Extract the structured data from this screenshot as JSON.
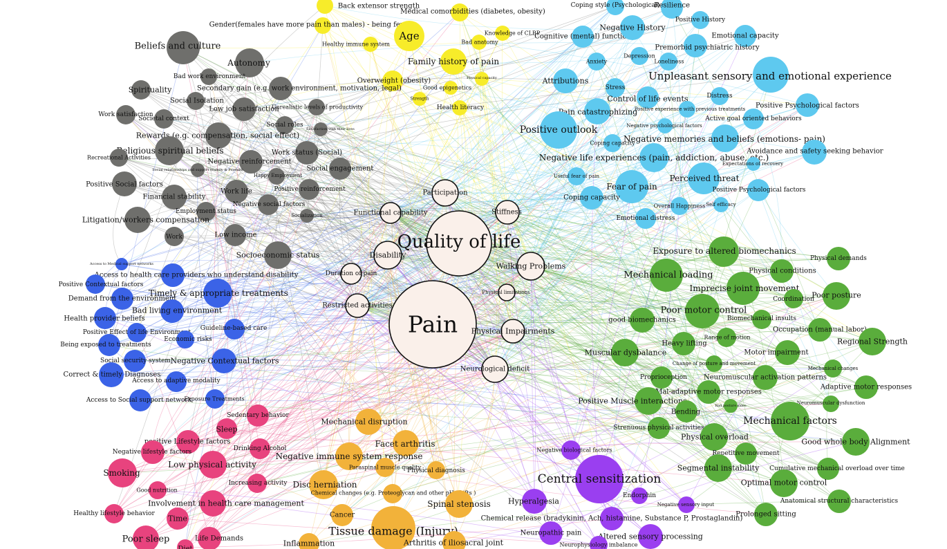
{
  "colors": {
    "yellow": "#f7ec2a",
    "grey": "#6f6f6c",
    "cyan": "#5ec9ef",
    "blue": "#3b63e7",
    "pink": "#e8437e",
    "orange": "#f2b23a",
    "green": "#5aad3c",
    "purple": "#9a3ff0",
    "hub": "#faf0ea"
  },
  "nodes": [
    {
      "id": "back-extensor",
      "label": "Back extensor strength",
      "group": "yellow"
    },
    {
      "id": "medical-comorb",
      "label": "Medical comorbidities (diabetes, obesity)",
      "group": "yellow"
    },
    {
      "id": "gender",
      "label": "Gender(females have more pain than males) - being female",
      "group": "yellow"
    },
    {
      "id": "age",
      "label": "Age",
      "group": "yellow"
    },
    {
      "id": "knowledge-clbp",
      "label": "Knowledge of CLBP",
      "group": "yellow"
    },
    {
      "id": "healthy-immune",
      "label": "Healthy immune system",
      "group": "yellow"
    },
    {
      "id": "bad-anatomy",
      "label": "Bad anatomy",
      "group": "yellow"
    },
    {
      "id": "family-history",
      "label": "Family history of pain",
      "group": "yellow"
    },
    {
      "id": "overweight",
      "label": "Overweight (obesity)",
      "group": "yellow"
    },
    {
      "id": "physical-capacity",
      "label": "Physical capacity",
      "group": "yellow"
    },
    {
      "id": "good-epigenetics",
      "label": "Good epigenetics",
      "group": "yellow"
    },
    {
      "id": "strength",
      "label": "Strength",
      "group": "yellow"
    },
    {
      "id": "health-literacy",
      "label": "Health literacy",
      "group": "yellow"
    },
    {
      "id": "beliefs-culture",
      "label": "Beliefs and culture",
      "group": "grey"
    },
    {
      "id": "autonomy",
      "label": "Autonomy",
      "group": "grey"
    },
    {
      "id": "bad-work-env",
      "label": "Bad work environment",
      "group": "grey"
    },
    {
      "id": "spirituality",
      "label": "Spirituality",
      "group": "grey"
    },
    {
      "id": "secondary-gain",
      "label": "Secondary gain (e.g. work environment, motivation, legal)",
      "group": "grey"
    },
    {
      "id": "social-isolation",
      "label": "Social Isolation",
      "group": "grey"
    },
    {
      "id": "low-job-sat",
      "label": "Low job satisfaction",
      "group": "grey"
    },
    {
      "id": "unrealistic-prod",
      "label": "Unrealistic levels of productivity",
      "group": "grey"
    },
    {
      "id": "work-sat",
      "label": "Work satisfaction",
      "group": "grey"
    },
    {
      "id": "societal-context",
      "label": "Societal context",
      "group": "grey"
    },
    {
      "id": "social-roles",
      "label": "Social roles",
      "group": "grey"
    },
    {
      "id": "sat-social-lives",
      "label": "Satisfaction with their lives",
      "group": "grey"
    },
    {
      "id": "rewards",
      "label": "Rewards (e.g. compensation, social effect)",
      "group": "grey"
    },
    {
      "id": "religious-beliefs",
      "label": "Religious spiritual beliefs",
      "group": "grey"
    },
    {
      "id": "recreational",
      "label": "Recreational Activities",
      "group": "grey"
    },
    {
      "id": "work-status",
      "label": "Work status (Social)",
      "group": "grey"
    },
    {
      "id": "neg-reinforcement",
      "label": "Negative reinforcement",
      "group": "grey"
    },
    {
      "id": "social-relationships",
      "label": "Social relationships and support (Family & Friends)",
      "group": "grey"
    },
    {
      "id": "social-engagement",
      "label": "Social engagement",
      "group": "grey"
    },
    {
      "id": "happy-employment",
      "label": "Happy Employment",
      "group": "grey"
    },
    {
      "id": "positive-social",
      "label": "Positive Social factors",
      "group": "grey"
    },
    {
      "id": "work-life",
      "label": "Work life",
      "group": "grey"
    },
    {
      "id": "positive-reinforcement",
      "label": "Positive reinforcement",
      "group": "grey"
    },
    {
      "id": "financial-stability",
      "label": "Financial stability",
      "group": "grey"
    },
    {
      "id": "negative-social",
      "label": "Negative social factors",
      "group": "grey"
    },
    {
      "id": "employment-status",
      "label": "Employment status",
      "group": "grey"
    },
    {
      "id": "socialization",
      "label": "Socialization",
      "group": "grey"
    },
    {
      "id": "litigation",
      "label": "Litigation/workers compensation",
      "group": "grey"
    },
    {
      "id": "low-income",
      "label": "Low income",
      "group": "grey"
    },
    {
      "id": "work",
      "label": "Work",
      "group": "grey"
    },
    {
      "id": "socioeconomic",
      "label": "Socioeconomic status",
      "group": "grey"
    },
    {
      "id": "coping-style",
      "label": "Coping style (Psychological)",
      "group": "cyan"
    },
    {
      "id": "resilience",
      "label": "Resilience",
      "group": "cyan"
    },
    {
      "id": "positive-history",
      "label": "Positive History",
      "group": "cyan"
    },
    {
      "id": "cognitive-function",
      "label": "Cognitive (mental) function",
      "group": "cyan"
    },
    {
      "id": "negative-history",
      "label": "Negative History",
      "group": "cyan"
    },
    {
      "id": "emotional-capacity",
      "label": "Emotional capacity",
      "group": "cyan"
    },
    {
      "id": "premorbid",
      "label": "Premorbid psychiatric history",
      "group": "cyan"
    },
    {
      "id": "anxiety",
      "label": "Anxiety",
      "group": "cyan"
    },
    {
      "id": "depression",
      "label": "Depression",
      "group": "cyan"
    },
    {
      "id": "loneliness",
      "label": "Loneliness",
      "group": "cyan"
    },
    {
      "id": "unpleasant-sensory",
      "label": "Unpleasant sensory and emotional experience",
      "group": "cyan"
    },
    {
      "id": "attributions",
      "label": "Attributions",
      "group": "cyan"
    },
    {
      "id": "stress",
      "label": "Stress",
      "group": "cyan"
    },
    {
      "id": "control-life-events",
      "label": "Control of life events",
      "group": "cyan"
    },
    {
      "id": "distress",
      "label": "Distress",
      "group": "cyan"
    },
    {
      "id": "positive-psych-1",
      "label": "Positive Psychological factors",
      "group": "cyan"
    },
    {
      "id": "pain-catastrophizing",
      "label": "Pain catastrophizing",
      "group": "cyan"
    },
    {
      "id": "positive-exp-treatments",
      "label": "Positive experience with previous treatments",
      "group": "cyan"
    },
    {
      "id": "active-goal",
      "label": "Active goal oriented behaviors",
      "group": "cyan"
    },
    {
      "id": "positive-outlook",
      "label": "Positive outlook",
      "group": "cyan"
    },
    {
      "id": "negative-psych-factors",
      "label": "Negative psychological factors",
      "group": "cyan"
    },
    {
      "id": "negative-memories",
      "label": "Negative memories and beliefs (emotions- pain)",
      "group": "cyan"
    },
    {
      "id": "coping-capacity-1",
      "label": "Coping capacity",
      "group": "cyan"
    },
    {
      "id": "avoidance",
      "label": "Avoidance and safety seeking behavior",
      "group": "cyan"
    },
    {
      "id": "negative-life-exp",
      "label": "Negative life experiences (pain, addiction, abuse, etc.)",
      "group": "cyan"
    },
    {
      "id": "expectations-recovery",
      "label": "Expectations of recovery",
      "group": "cyan"
    },
    {
      "id": "useful-fear",
      "label": "Useful fear of pain",
      "group": "cyan"
    },
    {
      "id": "fear-of-pain",
      "label": "Fear of pain",
      "group": "cyan"
    },
    {
      "id": "perceived-threat",
      "label": "Perceived threat",
      "group": "cyan"
    },
    {
      "id": "positive-psych-2",
      "label": "Positive Psychological factors",
      "group": "cyan"
    },
    {
      "id": "coping-capacity-2",
      "label": "Coping capacity",
      "group": "cyan"
    },
    {
      "id": "overall-happiness",
      "label": "Overall Happiness",
      "group": "cyan"
    },
    {
      "id": "self-efficacy",
      "label": "Self efficacy",
      "group": "cyan"
    },
    {
      "id": "emotional-distress",
      "label": "Emotional distress",
      "group": "cyan"
    },
    {
      "id": "access-medical",
      "label": "Access to Medical support networks",
      "group": "blue"
    },
    {
      "id": "access-providers",
      "label": "Access to health care providers who understand disability",
      "group": "blue"
    },
    {
      "id": "positive-contextual",
      "label": "Positive Contextual factors",
      "group": "blue"
    },
    {
      "id": "timely-treatments",
      "label": "Timely & appropriate treatments",
      "group": "blue"
    },
    {
      "id": "demand-env",
      "label": "Demand from the environment",
      "group": "blue"
    },
    {
      "id": "bad-living-env",
      "label": "Bad living environment",
      "group": "blue"
    },
    {
      "id": "health-provider-beliefs",
      "label": "Health provider beliefs",
      "group": "blue"
    },
    {
      "id": "guideline-care",
      "label": "Guideline-based care",
      "group": "blue"
    },
    {
      "id": "positive-effect-life",
      "label": "Positive Effect of life Environment",
      "group": "blue"
    },
    {
      "id": "economic-risks",
      "label": "Economic risks",
      "group": "blue"
    },
    {
      "id": "exposed-treatments",
      "label": "Being exposed to treatments",
      "group": "blue"
    },
    {
      "id": "social-security",
      "label": "Social security system",
      "group": "blue"
    },
    {
      "id": "negative-contextual",
      "label": "Negative Contextual factors",
      "group": "blue"
    },
    {
      "id": "correct-diagnoses",
      "label": "Correct & timely Diagnoses",
      "group": "blue"
    },
    {
      "id": "access-modality",
      "label": "Access to adaptive modality",
      "group": "blue"
    },
    {
      "id": "access-social-support",
      "label": "Access to Social support network",
      "group": "blue"
    },
    {
      "id": "exposure-treatments",
      "label": "Exposure Treatments",
      "group": "blue"
    },
    {
      "id": "sedentary",
      "label": "Sedentary behavior",
      "group": "pink"
    },
    {
      "id": "sleep",
      "label": "Sleep",
      "group": "pink"
    },
    {
      "id": "positive-lifestyle",
      "label": "positive Lifestyle factors",
      "group": "pink"
    },
    {
      "id": "drinking-alcohol",
      "label": "Drinking Alcohol",
      "group": "pink"
    },
    {
      "id": "negative-lifestyle",
      "label": "Negative lifestyle factors",
      "group": "pink"
    },
    {
      "id": "low-physical-activity",
      "label": "Low physical activity",
      "group": "pink"
    },
    {
      "id": "smoking",
      "label": "Smoking",
      "group": "pink"
    },
    {
      "id": "increasing-activity",
      "label": "Increasing activity",
      "group": "pink"
    },
    {
      "id": "good-nutrition",
      "label": "Good nutrition",
      "group": "pink"
    },
    {
      "id": "involvement-care",
      "label": "Involvement in health care management",
      "group": "pink"
    },
    {
      "id": "healthy-lifestyle",
      "label": "Healthy lifestyle behavior",
      "group": "pink"
    },
    {
      "id": "time",
      "label": "Time",
      "group": "pink"
    },
    {
      "id": "poor-sleep",
      "label": "Poor sleep",
      "group": "pink"
    },
    {
      "id": "life-demands",
      "label": "Life Demands",
      "group": "pink"
    },
    {
      "id": "diet",
      "label": "Diet",
      "group": "pink"
    },
    {
      "id": "mechanical-disruption",
      "label": "Mechanical disruption",
      "group": "orange"
    },
    {
      "id": "facet-arthritis",
      "label": "Facet arthritis",
      "group": "orange"
    },
    {
      "id": "negative-immune",
      "label": "Negative immune system response",
      "group": "orange"
    },
    {
      "id": "paraspinal-quality",
      "label": "Paraspinal muscle quality",
      "group": "orange"
    },
    {
      "id": "physical-diagnosis",
      "label": "Physical diagnosis",
      "group": "orange"
    },
    {
      "id": "disc-herniation",
      "label": "Disc herniation",
      "group": "orange"
    },
    {
      "id": "chemical-changes",
      "label": "Chemical changes (e.g. Proteoglycan and other pH Shifts )",
      "group": "orange"
    },
    {
      "id": "spinal-stenosis",
      "label": "Spinal stenosis",
      "group": "orange"
    },
    {
      "id": "cancer",
      "label": "Cancer",
      "group": "orange"
    },
    {
      "id": "tissue-damage",
      "label": "Tissue damage (Injury)",
      "group": "orange"
    },
    {
      "id": "inflammation",
      "label": "Inflammation",
      "group": "orange"
    },
    {
      "id": "arthritis-iliosacral",
      "label": "Arthritis of iliosacral joint",
      "group": "orange"
    },
    {
      "id": "physical-demands",
      "label": "Physical demands",
      "group": "green"
    },
    {
      "id": "exposure-biomech",
      "label": "Exposure to altered biomechanics",
      "group": "green"
    },
    {
      "id": "mechanical-loading",
      "label": "Mechanical loading",
      "group": "green"
    },
    {
      "id": "physical-conditions",
      "label": "Physical conditions",
      "group": "green"
    },
    {
      "id": "imprecise-joint",
      "label": "Imprecise joint movement",
      "group": "green"
    },
    {
      "id": "poor-posture",
      "label": "Poor posture",
      "group": "green"
    },
    {
      "id": "coordination",
      "label": "Coordination",
      "group": "green"
    },
    {
      "id": "poor-motor-control",
      "label": "Poor motor control",
      "group": "green"
    },
    {
      "id": "good-biomechanics",
      "label": "good biomechanics",
      "group": "green"
    },
    {
      "id": "biomech-insults",
      "label": "Biomechanical insults",
      "group": "green"
    },
    {
      "id": "occupation",
      "label": "Occupation (manual labor)",
      "group": "green"
    },
    {
      "id": "range-motion",
      "label": "Range of motion",
      "group": "green"
    },
    {
      "id": "heavy-lifting",
      "label": "Heavy lifting",
      "group": "green"
    },
    {
      "id": "regional-strength",
      "label": "Regional Strength",
      "group": "green"
    },
    {
      "id": "muscular-dysbalance",
      "label": "Muscular dysbalance",
      "group": "green"
    },
    {
      "id": "motor-impairment",
      "label": "Motor impairment",
      "group": "green"
    },
    {
      "id": "change-posture",
      "label": "Change of posture and movement",
      "group": "green"
    },
    {
      "id": "mechanical-changes",
      "label": "Mechanical changes",
      "group": "green"
    },
    {
      "id": "proprioception",
      "label": "Proprioception",
      "group": "green"
    },
    {
      "id": "neuromuscular-patterns",
      "label": "Neuromuscular activation patterns",
      "group": "green"
    },
    {
      "id": "adaptive-motor",
      "label": "Adaptive motor responses",
      "group": "green"
    },
    {
      "id": "mal-adaptive",
      "label": "Mal-adaptive motor responses",
      "group": "green"
    },
    {
      "id": "positive-muscle",
      "label": "Positive Muscle interactions",
      "group": "green"
    },
    {
      "id": "neuromuscular-dysfunction",
      "label": "Neuromuscular dysfunction",
      "group": "green"
    },
    {
      "id": "bending",
      "label": "Bending",
      "group": "green"
    },
    {
      "id": "side-sitting",
      "label": "Bad posture sides",
      "group": "green"
    },
    {
      "id": "mechanical-factors",
      "label": "Mechanical factors",
      "group": "green"
    },
    {
      "id": "strenuous",
      "label": "Strenuous physical activities",
      "group": "green"
    },
    {
      "id": "physical-overload",
      "label": "Physical overload",
      "group": "green"
    },
    {
      "id": "good-alignment",
      "label": "Good whole body Alignment",
      "group": "green"
    },
    {
      "id": "repetitive-movement",
      "label": "Repetitive movement",
      "group": "green"
    },
    {
      "id": "segmental-instability",
      "label": "Segmental instability",
      "group": "green"
    },
    {
      "id": "cumulative-overload",
      "label": "Cumulative mechanical overload over time",
      "group": "green"
    },
    {
      "id": "optimal-motor",
      "label": "Optimal motor control",
      "group": "green"
    },
    {
      "id": "anatomical",
      "label": "Anatomical structural characteristics",
      "group": "green"
    },
    {
      "id": "prolonged-sitting",
      "label": "Prolonged sitting",
      "group": "green"
    },
    {
      "id": "neg-bio-factors",
      "label": "Negative biological factors",
      "group": "purple"
    },
    {
      "id": "central-sensitization",
      "label": "Central sensitization",
      "group": "purple"
    },
    {
      "id": "endorphin",
      "label": "Endorphin",
      "group": "purple"
    },
    {
      "id": "hyperalgesia",
      "label": "Hyperalgesia",
      "group": "purple"
    },
    {
      "id": "negative-sensory-input",
      "label": "Negative sensory input",
      "group": "purple"
    },
    {
      "id": "chemical-release",
      "label": "Chemical release (bradykinin, Ach, histamine, Substance P, Prostaglandin)",
      "group": "purple"
    },
    {
      "id": "neuropathic-pain",
      "label": "Neuropathic pain",
      "group": "purple"
    },
    {
      "id": "altered-sensory",
      "label": "Altered sensory processing",
      "group": "purple"
    },
    {
      "id": "neurophysiology",
      "label": "Neurophysiology imbalance",
      "group": "purple"
    },
    {
      "id": "participation",
      "label": "Participation",
      "group": "hub"
    },
    {
      "id": "stiffness",
      "label": "Stiffness",
      "group": "hub"
    },
    {
      "id": "functional-capability",
      "label": "Functional capability",
      "group": "hub"
    },
    {
      "id": "quality-of-life",
      "label": "Quality of life",
      "group": "hub"
    },
    {
      "id": "disability",
      "label": "Disability",
      "group": "hub"
    },
    {
      "id": "walking-problems",
      "label": "Walking Problems",
      "group": "hub"
    },
    {
      "id": "duration-of-pain",
      "label": "Duration of pain",
      "group": "hub"
    },
    {
      "id": "physical-limitations",
      "label": "Physical limitations",
      "group": "hub"
    },
    {
      "id": "restricted-activities",
      "label": "Restricted activities",
      "group": "hub"
    },
    {
      "id": "pain",
      "label": "Pain",
      "group": "hub"
    },
    {
      "id": "physical-impairments",
      "label": "Physical Impairments",
      "group": "hub"
    },
    {
      "id": "neurological-deficit",
      "label": "Neurological deficit",
      "group": "hub"
    }
  ]
}
